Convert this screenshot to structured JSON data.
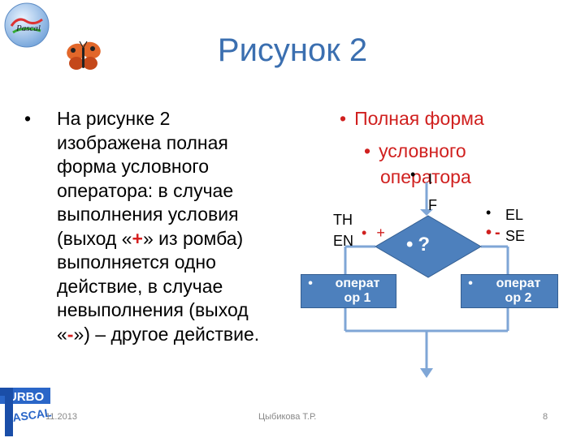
{
  "slide": {
    "title": "Рисунок 2",
    "left_text_before_plus": "На рисунке 2 изображена полная форма условного оператора: в случае выполнения условия (выход «",
    "plus_sign": "+",
    "left_text_between": "» из ромба) выполняется одно действие, в случае невыполнения (выход «",
    "minus_sign": "-",
    "left_text_after_minus": "») – другое действие.",
    "right_title_line1": "Полная форма",
    "right_title_line2": "условного",
    "right_title_line3": "оператора"
  },
  "diagram": {
    "if_label": "I\nF",
    "then_label": "TH\nEN",
    "else_label": "EL\nSE",
    "question_mark": "?",
    "plus_label": "+",
    "minus_label": "-",
    "box1_label": "оперaт\nор 1",
    "box2_label": "оперaт\nор 2"
  },
  "footer": {
    "date": "11.2013",
    "author": "Цыбикова Т.Р.",
    "page_number": "8"
  },
  "logos": {
    "top_logo_text": "Pascal",
    "bottom_logo_text": "TURBO PASCAL"
  },
  "colors": {
    "title": "#3b6fb0",
    "accent_red": "#d0201f",
    "box_blue": "#4d80bd",
    "line_blue": "#7fa6d6"
  }
}
